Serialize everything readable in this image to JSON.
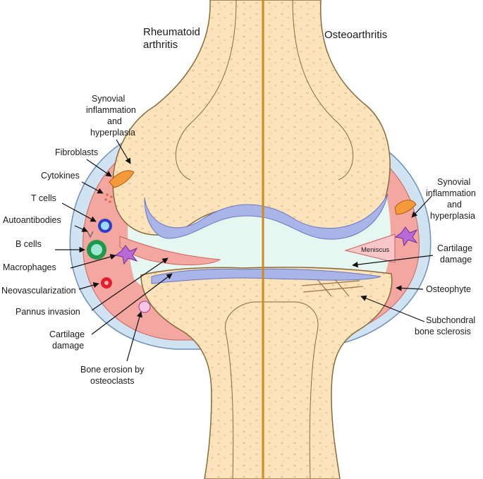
{
  "headers": {
    "left": [
      "Rheumatoid",
      "arthritis"
    ],
    "right": [
      "Osteoarthritis"
    ]
  },
  "labels_left": {
    "synovial": [
      "Synovial",
      "inflammation",
      "and",
      "hyperplasia"
    ],
    "fibroblasts": "Fibroblasts",
    "cytokines": "Cytokines",
    "t_cells": "T cells",
    "autoantibodies": "Autoantibodies",
    "b_cells": "B cells",
    "macrophages": "Macrophages",
    "neovascularization": "Neovascularization",
    "pannus": "Pannus invasion",
    "cartilage": [
      "Cartilage",
      "damage"
    ],
    "bone_erosion": [
      "Bone erosion by",
      "osteoclasts"
    ]
  },
  "labels_right": {
    "synovial": [
      "Synovial",
      "inflammation",
      "and",
      "hyperplasia"
    ],
    "cartilage": [
      "Cartilage",
      "damage"
    ],
    "osteophyte": "Osteophyte",
    "subchondral": [
      "Subchondral",
      "bone sclerosis"
    ],
    "meniscus": "Meniscus"
  },
  "colors": {
    "bone": "#fbe3bc",
    "bone_outline": "#8a6a3a",
    "marrow_dots": "#e9c48e",
    "cartilage": "#a9b4e8",
    "synovium": "#f4a7a0",
    "capsule": "#cfe3f3",
    "fluid": "#e6f6f1",
    "midline": "#d08a1a"
  }
}
